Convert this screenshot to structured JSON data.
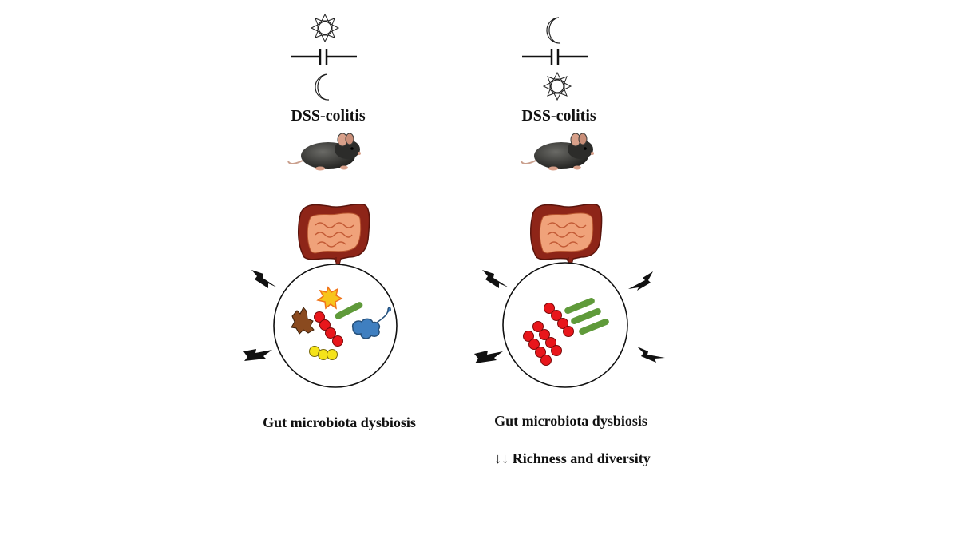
{
  "colors": {
    "stroke": "#222222",
    "coccus_red": "#e8161b",
    "coccus_yellow": "#f5e31a",
    "rod_green": "#5f9a3a",
    "blue_microbe": "#3f7fc0",
    "brown_microbe": "#8a4a1f",
    "burst_yellow": "#f7c41c",
    "burst_orange": "#f0731a",
    "colon_dark": "#8e2518",
    "colon_mid": "#c9542e",
    "colon_light": "#f0a27a",
    "mouse_body": "#3a3a38",
    "mouse_ear": "#d8a08a"
  },
  "panels": [
    {
      "title": "DSS-colitis",
      "top_icon": "sun-icon",
      "bottom_icon": "moon-icon",
      "microbes": [
        "brown-microbe",
        "burst-microbe",
        "red-coccus-chain",
        "green-rod",
        "blue-microbe",
        "yellow-cocci"
      ],
      "captions": [
        "Gut microbiota dysbiosis"
      ]
    },
    {
      "title": "DSS-colitis",
      "top_icon": "moon-icon",
      "bottom_icon": "sun-icon",
      "microbes": [
        "red-coccus-chain",
        "red-coccus-chain",
        "green-rod",
        "green-rod",
        "green-rod"
      ],
      "captions": [
        "Gut microbiota dysbiosis",
        "↓↓ Richness and diversity"
      ]
    }
  ]
}
